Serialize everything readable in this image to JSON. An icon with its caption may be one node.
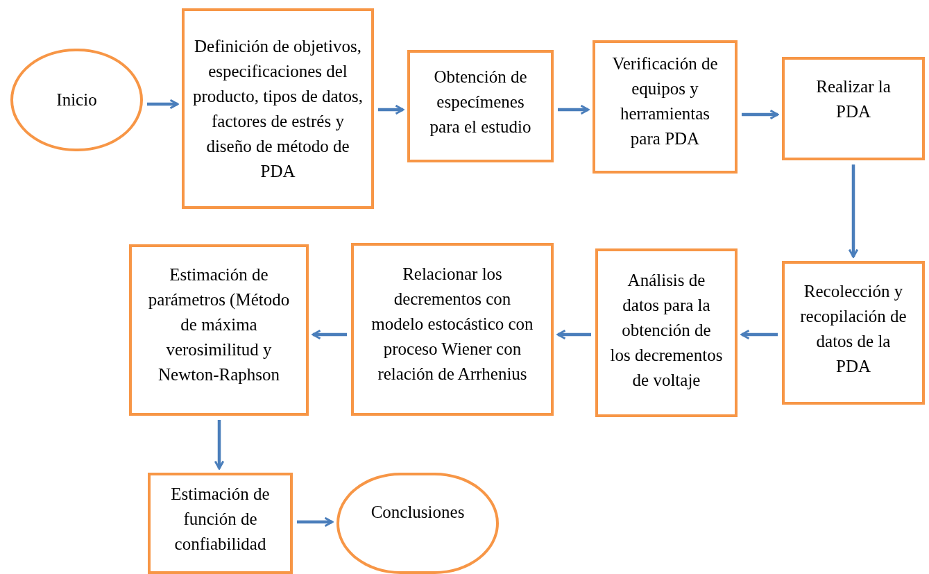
{
  "diagram": {
    "nodes": [
      {
        "text": [
          "Inicio"
        ]
      },
      {
        "text": [
          "Definición de objetivos, especificaciones del producto, tipos de datos, factores de estrés y diseño de método de PDA"
        ]
      },
      {
        "text": [
          "Obtención de especímenes para el estudio"
        ]
      },
      {
        "text": [
          "Verificación de equipos y herramientas para PDA"
        ]
      },
      {
        "text": [
          "Realizar la PDA"
        ]
      },
      {
        "text": [
          "Recolección y recopilación de datos de la PDA"
        ]
      },
      {
        "text": [
          "Análisis de datos para la obtención de los decrementos de voltaje"
        ]
      },
      {
        "text": [
          "Relacionar los decrementos con modelo estocástico con proceso Wiener con relación de Arrhenius"
        ]
      },
      {
        "text": [
          "Estimación de parámetros (Método de máxima verosimilitud y Newton-Raphson"
        ]
      },
      {
        "text": [
          "Estimación de función de confiabilidad"
        ]
      },
      {
        "text": [
          "Conclusiones"
        ]
      }
    ],
    "edges": [
      {
        "from": 0,
        "to": 1,
        "arrow": "to"
      },
      {
        "from": 1,
        "to": 2,
        "arrow": "to"
      },
      {
        "from": 2,
        "to": 3,
        "arrow": "to"
      },
      {
        "from": 3,
        "to": 4,
        "arrow": "to"
      },
      {
        "from": 4,
        "to": 5,
        "arrow": "to"
      },
      {
        "from": 5,
        "to": 6,
        "arrow": "to"
      },
      {
        "from": 6,
        "to": 7,
        "arrow": "to"
      },
      {
        "from": 7,
        "to": 8,
        "arrow": "to"
      },
      {
        "from": 8,
        "to": 9,
        "arrow": "to"
      },
      {
        "from": 9,
        "to": 10,
        "arrow": "to"
      }
    ]
  }
}
